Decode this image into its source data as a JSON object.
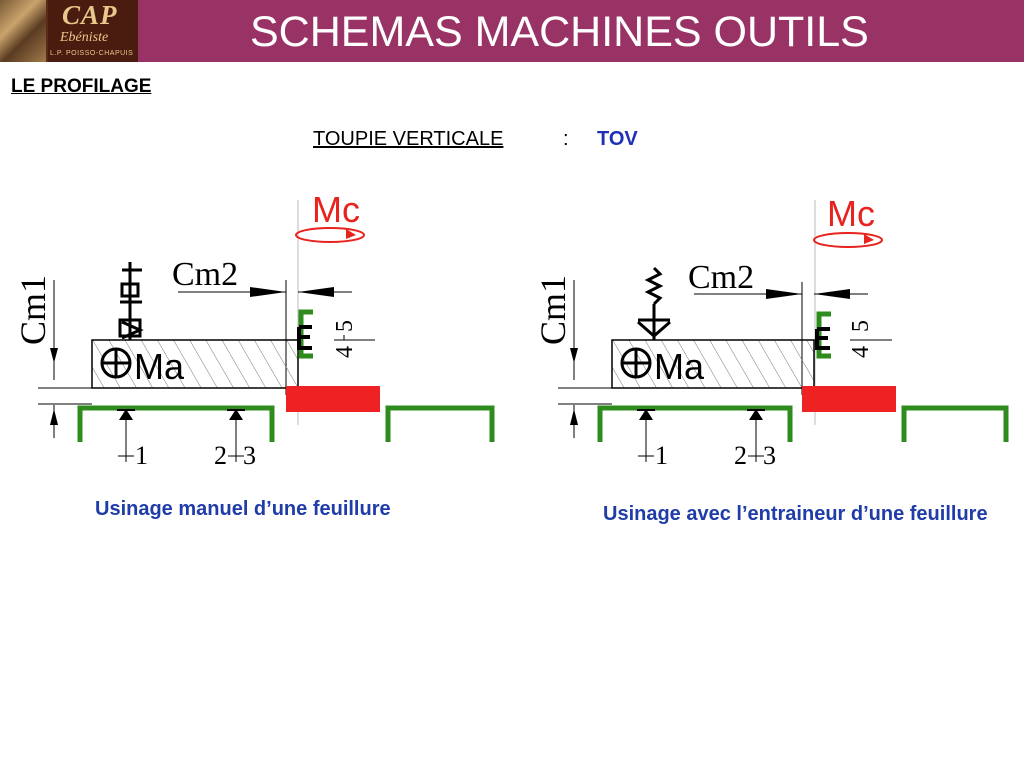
{
  "header": {
    "title": "SCHEMAS MACHINES OUTILS",
    "logo": {
      "line1": "CAP",
      "line2": "Ebéniste",
      "line3": "L.P. POISSO-CHAPUIS"
    },
    "colors": {
      "band": "#993366"
    }
  },
  "section_title": "LE PROFILAGE",
  "subtitle": {
    "label": "TOUPIE VERTICALE",
    "separator": ":",
    "code": "TOV"
  },
  "diagrams": [
    {
      "caption": "Usinage manuel d’une feuillure",
      "labels": {
        "mc": "Mc",
        "cm1": "Cm1",
        "cm2": "Cm2",
        "ma": "Ma",
        "ref1": "1",
        "ref2": "2",
        "ref3": "3",
        "ref4": "4",
        "ref5": "5"
      }
    },
    {
      "caption": "Usinage avec l’entraineur d’une feuillure",
      "labels": {
        "mc": "Mc",
        "cm1": "Cm1",
        "cm2": "Cm2",
        "ma": "Ma",
        "ref1": "1",
        "ref2": "2",
        "ref3": "3",
        "ref4": "4",
        "ref5": "5"
      }
    }
  ],
  "colors": {
    "table": "#2e8b1e",
    "cutter": "#ee2222",
    "mc_red": "#e8231e",
    "caption_blue": "#1f3ca8"
  }
}
